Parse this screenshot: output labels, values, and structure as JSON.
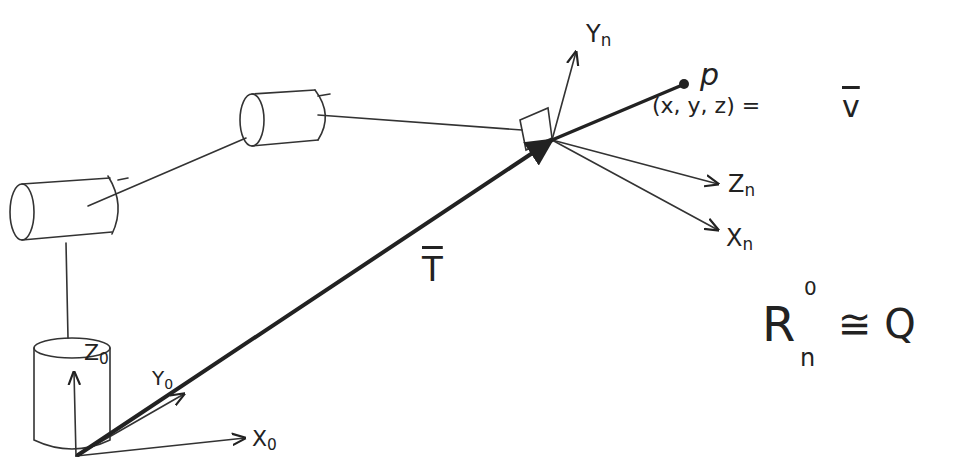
{
  "diagram": {
    "labels": [
      "Yn",
      "p",
      "(x, y, z) =",
      "v",
      "Zn",
      "Xn",
      "T",
      "Z0",
      "Y0",
      "X0",
      "R",
      "0",
      "n",
      "≅ Q"
    ]
  }
}
